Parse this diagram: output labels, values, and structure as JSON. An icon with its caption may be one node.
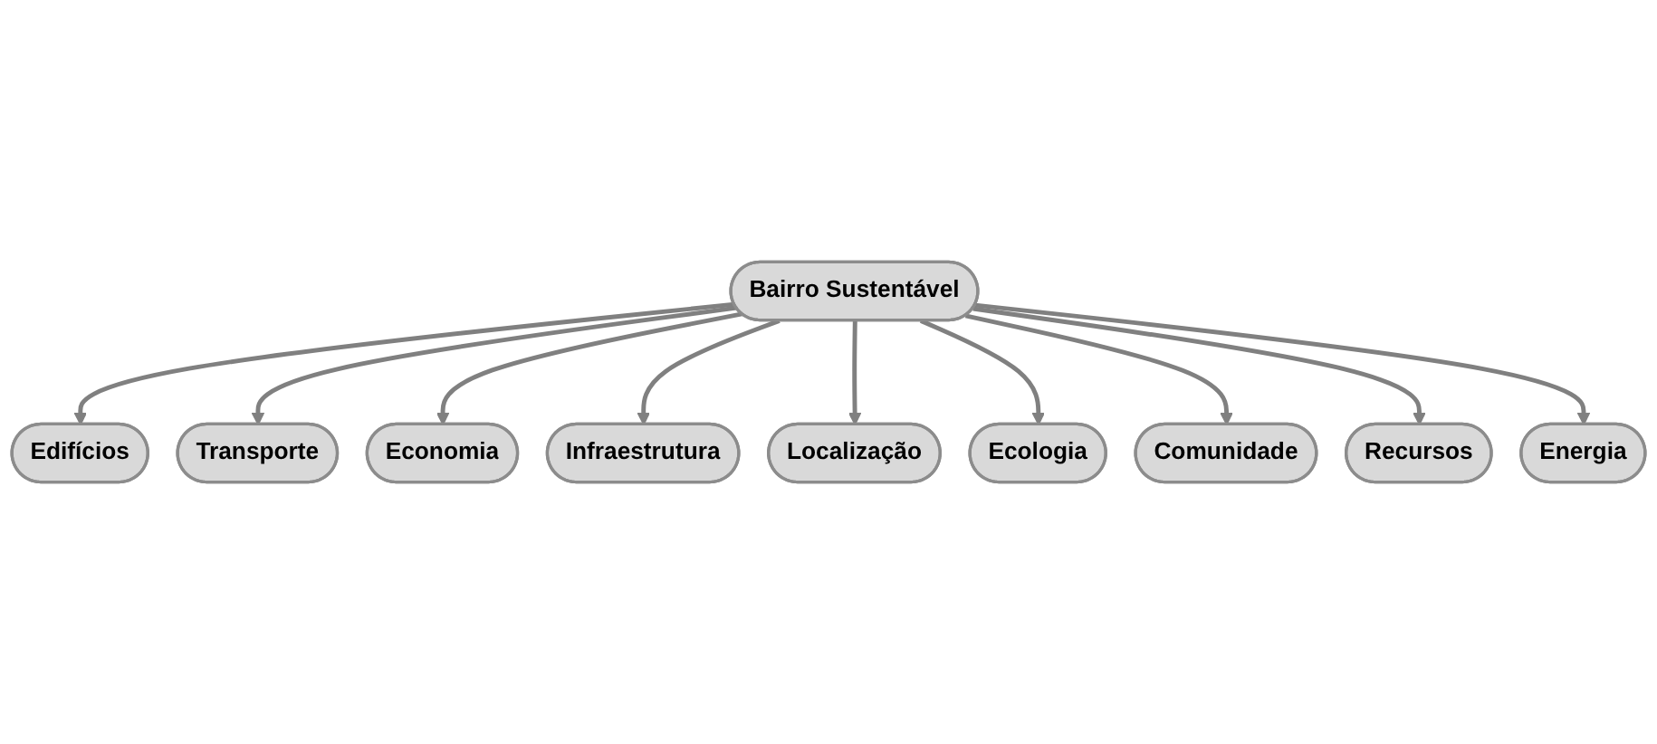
{
  "diagram": {
    "nodes": [
      {
        "text": [
          "Bairro Sustentável"
        ]
      },
      {
        "text": [
          "Edifícios"
        ]
      },
      {
        "text": [
          "Transporte"
        ]
      },
      {
        "text": [
          "Economia"
        ]
      },
      {
        "text": [
          "Infraestrutura"
        ]
      },
      {
        "text": [
          "Localização"
        ]
      },
      {
        "text": [
          "Ecologia"
        ]
      },
      {
        "text": [
          "Comunidade"
        ]
      },
      {
        "text": [
          "Recursos"
        ]
      },
      {
        "text": [
          "Energia"
        ]
      }
    ],
    "edges": [
      {
        "from": 0,
        "to": 1,
        "arrow": "to"
      },
      {
        "from": 0,
        "to": 2,
        "arrow": "to"
      },
      {
        "from": 0,
        "to": 3,
        "arrow": "to"
      },
      {
        "from": 0,
        "to": 4,
        "arrow": "to"
      },
      {
        "from": 0,
        "to": 5,
        "arrow": "to"
      },
      {
        "from": 0,
        "to": 6,
        "arrow": "to"
      },
      {
        "from": 0,
        "to": 7,
        "arrow": "to"
      },
      {
        "from": 0,
        "to": 8,
        "arrow": "to"
      },
      {
        "from": 0,
        "to": 9,
        "arrow": "to"
      }
    ]
  }
}
